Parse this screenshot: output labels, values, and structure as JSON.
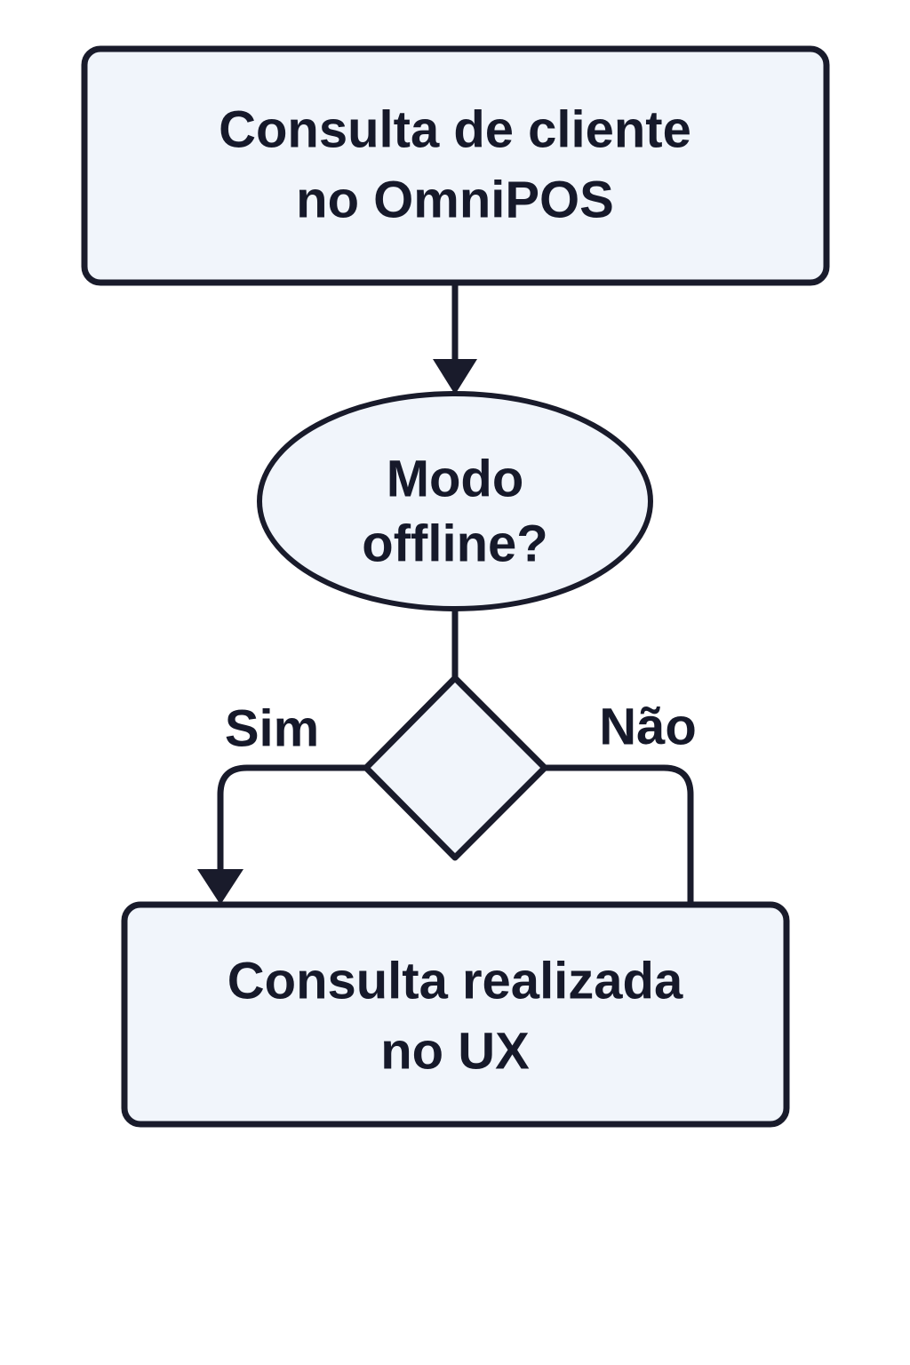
{
  "diagram": {
    "type": "flowchart",
    "orientation": "top-to-bottom",
    "background_color": "#ffffff",
    "node_fill_color": "#f1f5fb",
    "node_stroke_color": "#191b2b",
    "text_color": "#16192a",
    "nodes": [
      {
        "id": "start",
        "shape": "rounded-rectangle",
        "lines": [
          "Consulta de cliente",
          "no OmniPOS"
        ],
        "line1": "Consulta de cliente",
        "line2": "no OmniPOS"
      },
      {
        "id": "decision-mode",
        "shape": "ellipse",
        "lines": [
          "Modo",
          "offline?"
        ],
        "line1": "Modo",
        "line2": "offline?"
      },
      {
        "id": "branch-diamond",
        "shape": "diamond",
        "lines": [],
        "line1": "",
        "line2": ""
      },
      {
        "id": "end",
        "shape": "rounded-rectangle",
        "lines": [
          "Consulta realizada",
          "no UX"
        ],
        "line1": "Consulta realizada",
        "line2": "no UX"
      }
    ],
    "edges": [
      {
        "id": "start-to-decision",
        "from": "start",
        "to": "decision-mode",
        "label": "",
        "arrow": true
      },
      {
        "id": "decision-to-diamond",
        "from": "decision-mode",
        "to": "branch-diamond",
        "label": "",
        "arrow": false
      },
      {
        "id": "diamond-yes-to-end",
        "from": "branch-diamond",
        "to": "end",
        "label": "Sim",
        "arrow": true
      },
      {
        "id": "diamond-no-to-end",
        "from": "branch-diamond",
        "to": "end",
        "label": "Não",
        "arrow": false
      }
    ],
    "labels": {
      "yes": "Sim",
      "no": "Não"
    }
  }
}
